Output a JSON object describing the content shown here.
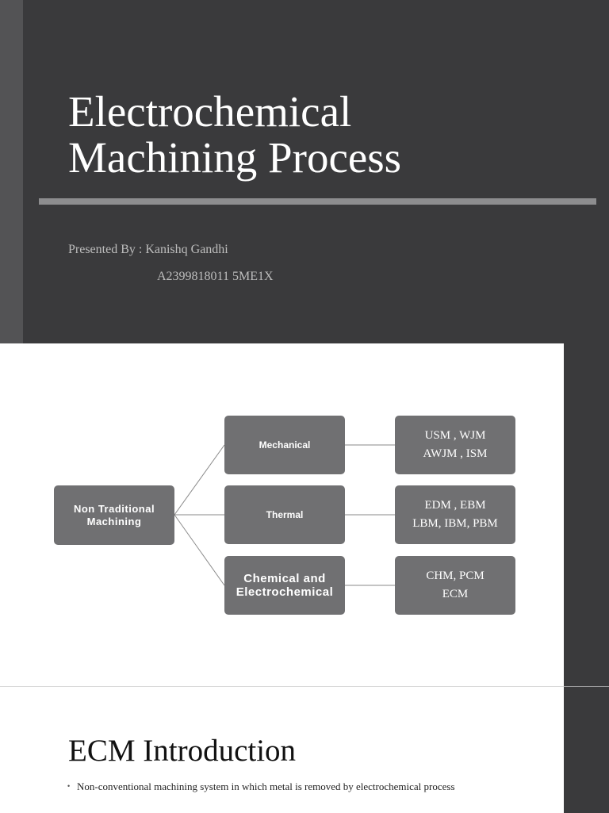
{
  "slide1": {
    "title_line1": "Electrochemical",
    "title_line2": "Machining Process",
    "presenter": "Presented By : Kanishq Gandhi",
    "roll_number": "A2399818011 5ME1X"
  },
  "slide2": {
    "root": {
      "line1": "Non Traditional",
      "line2": "Machining"
    },
    "categories": [
      {
        "line1": "Mechanical",
        "line2": ""
      },
      {
        "line1": "Thermal",
        "line2": ""
      },
      {
        "line1": "Chemical and",
        "line2": "Electrochemical"
      }
    ],
    "processes": [
      {
        "line1": "USM , WJM",
        "line2": "AWJM , ISM"
      },
      {
        "line1": "EDM , EBM",
        "line2": "LBM, IBM, PBM"
      },
      {
        "line1": "CHM, PCM",
        "line2": "ECM"
      }
    ]
  },
  "slide3": {
    "heading": "ECM Introduction",
    "bullet_marker": "•",
    "bullet": "Non-conventional machining system in which metal is removed by electrochemical process"
  },
  "colors": {
    "dark_background": "#3a3a3c",
    "node_fill": "#707072",
    "rule": "#8d8d8f"
  }
}
